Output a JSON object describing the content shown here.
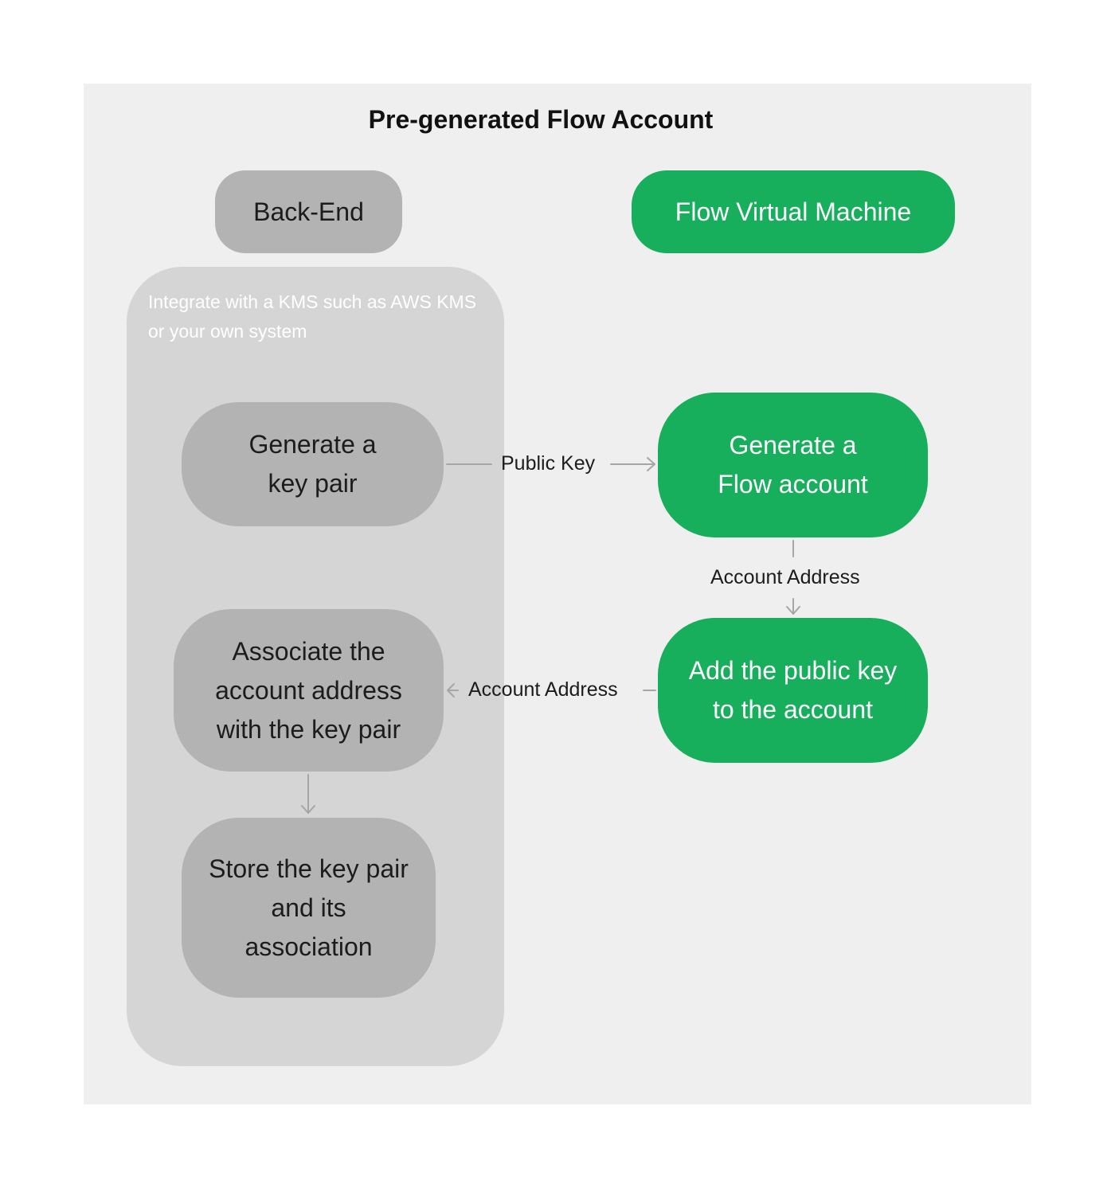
{
  "diagram": {
    "title": "Pre-generated Flow Account",
    "lanes": {
      "backend": "Back-End",
      "fvm": "Flow Virtual Machine"
    },
    "backend_note": "Integrate with a KMS such as AWS KMS or your own system",
    "nodes": {
      "generate_key_pair": [
        "Generate a",
        "key pair"
      ],
      "associate": [
        "Associate the",
        "account address",
        "with the key pair"
      ],
      "store": [
        "Store the key pair",
        "and its",
        "association"
      ],
      "generate_account": [
        "Generate a",
        "Flow account"
      ],
      "add_public_key": [
        "Add the public key",
        "to the account"
      ]
    },
    "edges": {
      "public_key": "Public Key",
      "account_address_down": "Account Address",
      "account_address_back": "Account Address"
    }
  }
}
